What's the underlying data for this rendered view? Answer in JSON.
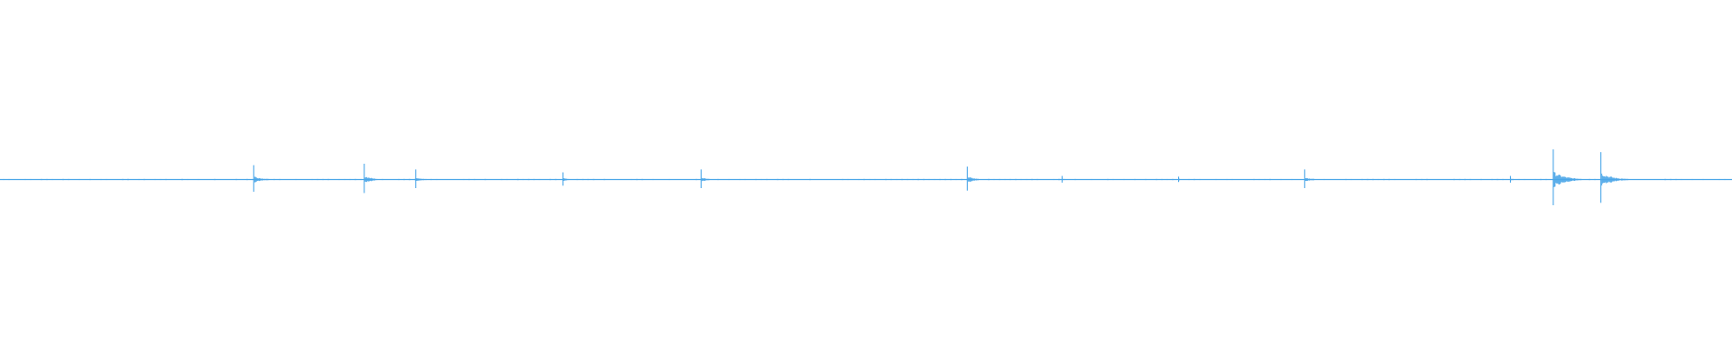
{
  "colors": {
    "background": "#ffffff",
    "waveform": "#4ba6e8"
  },
  "chart_data": {
    "type": "line",
    "title": "",
    "xlabel": "",
    "ylabel": "",
    "grid": false,
    "legend": "none",
    "xlim": [
      0,
      1
    ],
    "ylim": [
      -1,
      1
    ],
    "baseline": 0,
    "series": [
      {
        "events": [
          {
            "t": 0.1465,
            "amp": 0.2
          },
          {
            "t": 0.2103,
            "amp": 0.22
          },
          {
            "t": 0.24,
            "amp": 0.14
          },
          {
            "t": 0.325,
            "amp": 0.1
          },
          {
            "t": 0.4048,
            "amp": 0.14
          },
          {
            "t": 0.5585,
            "amp": 0.18
          },
          {
            "t": 0.6132,
            "amp": 0.05
          },
          {
            "t": 0.6805,
            "amp": 0.04
          },
          {
            "t": 0.7533,
            "amp": 0.14
          },
          {
            "t": 0.8721,
            "amp": 0.05
          },
          {
            "t": 0.8968,
            "amp": 0.42
          },
          {
            "t": 0.9243,
            "amp": 0.38
          }
        ],
        "noise_floor": 0.008
      }
    ]
  }
}
